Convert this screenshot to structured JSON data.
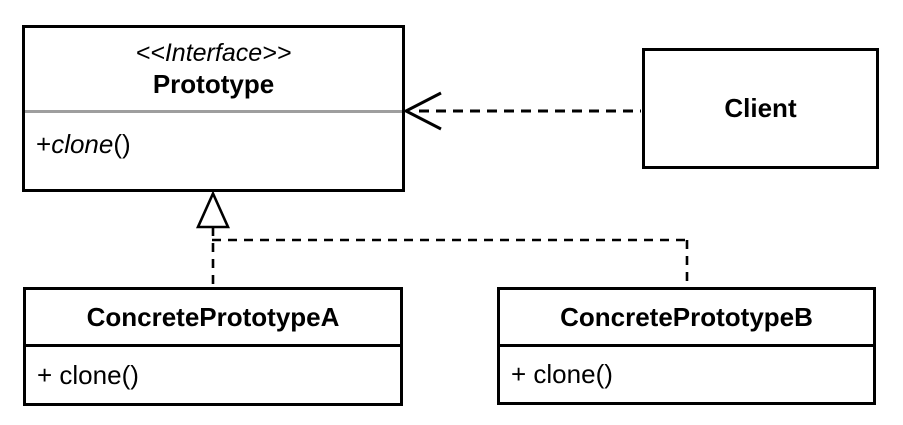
{
  "diagram": {
    "colors": {
      "background": "#ffffff",
      "box_border": "#000000",
      "interface_divider": "#9e9e9e",
      "connector_line": "#000000"
    },
    "classes": {
      "prototype": {
        "stereotype": "<<Interface>>",
        "name": "Prototype",
        "method_prefix": "+ ",
        "method_name": "clone",
        "method_suffix": "()"
      },
      "client": {
        "name": "Client"
      },
      "concrete_a": {
        "name": "ConcretePrototypeA",
        "method": "+ clone()"
      },
      "concrete_b": {
        "name": "ConcretePrototypeB",
        "method": "+ clone()"
      }
    },
    "relationships": [
      {
        "type": "dependency",
        "from": "Client",
        "to": "Prototype",
        "line": "dashed",
        "arrowhead": "open"
      },
      {
        "type": "realization",
        "from": "ConcretePrototypeA",
        "to": "Prototype",
        "line": "dashed",
        "arrowhead": "hollow-triangle"
      },
      {
        "type": "realization",
        "from": "ConcretePrototypeB",
        "to": "Prototype",
        "line": "dashed",
        "arrowhead": "hollow-triangle"
      }
    ]
  }
}
